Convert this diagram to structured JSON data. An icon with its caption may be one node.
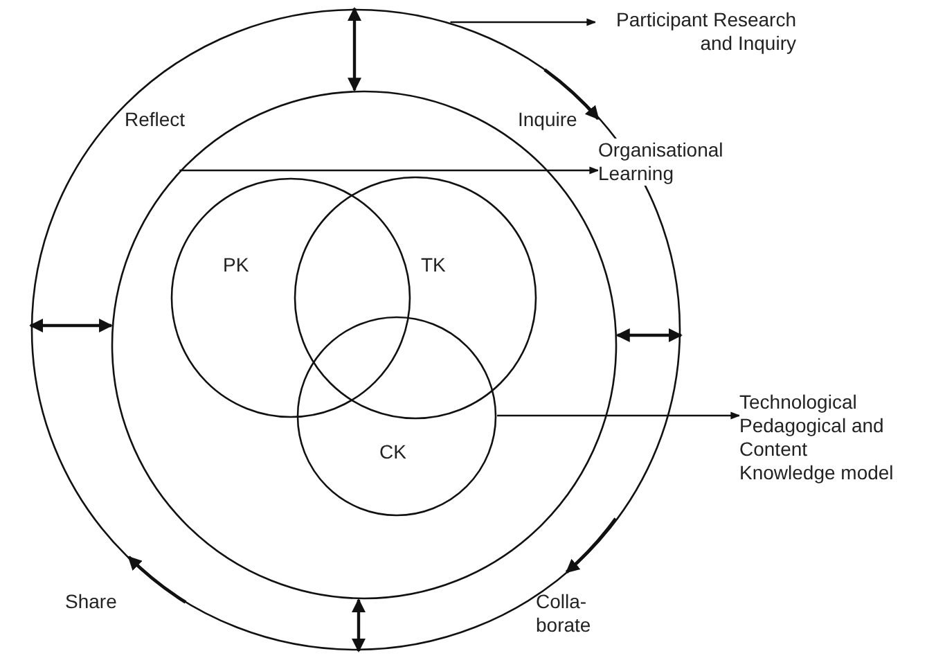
{
  "diagram": {
    "nodes": [
      {
        "text": [
          "Reflect",
          "Inquire",
          "Colla- borate",
          "Share"
        ]
      },
      {
        "text": [],
        "shape": "circle",
        "in": 0
      },
      {
        "text": [
          "PK"
        ],
        "in": 1
      },
      {
        "text": [
          "TK"
        ],
        "in": 1
      },
      {
        "text": [
          "CK"
        ],
        "in": 1
      },
      {
        "text": [
          "Participant Research and Inquiry"
        ]
      },
      {
        "text": [
          "Organisational Learning"
        ]
      },
      {
        "text": [
          "Technological Pedagogical and Content Knowledge model"
        ]
      }
    ],
    "edges": [
      {
        "from": 0,
        "to": 5,
        "arrow": "to"
      },
      {
        "from": 1,
        "to": 6,
        "arrow": "to"
      },
      {
        "from": 4,
        "to": 7,
        "arrow": "to"
      },
      {
        "from": 0,
        "to": 1,
        "arrow": "both"
      },
      {
        "from": 0,
        "to": 1,
        "arrow": "both"
      },
      {
        "from": 0,
        "to": 1,
        "arrow": "both"
      },
      {
        "from": 0,
        "to": 1,
        "arrow": "both"
      }
    ]
  }
}
